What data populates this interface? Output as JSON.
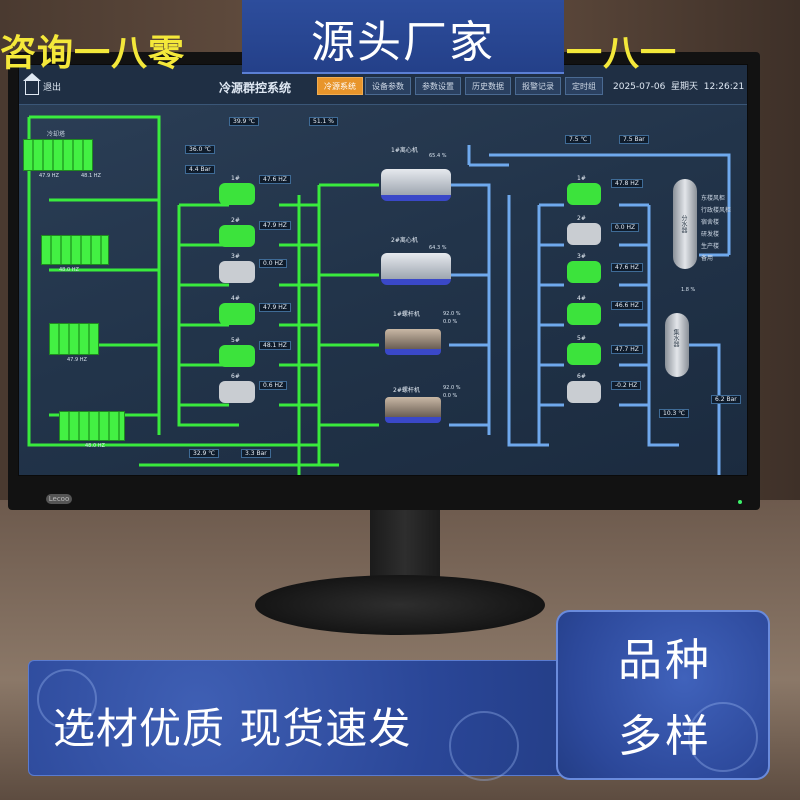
{
  "overlay": {
    "banner_top": "源头厂家",
    "hotline_left": "咨询一八零",
    "hotline_right": "一八一",
    "banner_bottom": "选材优质  现货速发",
    "badge_line1": "品种",
    "badge_line2": "多样"
  },
  "monitor": {
    "brand": "Lecoo"
  },
  "screen": {
    "title": "冷源群控系统",
    "exit_label": "退出",
    "tabs": [
      {
        "label": "冷源系统",
        "active": true
      },
      {
        "label": "设备参数",
        "active": false
      },
      {
        "label": "参数设置",
        "active": false
      },
      {
        "label": "历史数据",
        "active": false
      },
      {
        "label": "报警记录",
        "active": false
      },
      {
        "label": "定时组",
        "active": false
      }
    ],
    "date": "2025-07-06",
    "weekday": "星期天",
    "time": "12:26:21",
    "cooling_tower_label": "冷却塔",
    "top_readouts": {
      "v1": "39.9 ℃",
      "v2": "51.1 %",
      "v3": "36.0 ℃",
      "v4": "4.4 Bar",
      "v5": "7.5 ℃",
      "v6": "7.5 Bar"
    },
    "tower_freqs": [
      "47.9 HZ",
      "48.1 HZ",
      "48.0 HZ",
      "47.9 HZ",
      "48.0 HZ"
    ],
    "cooling_pumps": [
      {
        "id": "1#",
        "freq": "47.6 HZ"
      },
      {
        "id": "2#",
        "freq": "47.9 HZ"
      },
      {
        "id": "3#",
        "freq": "0.0 HZ"
      },
      {
        "id": "4#",
        "freq": "47.9 HZ"
      },
      {
        "id": "5#",
        "freq": "48.1 HZ"
      },
      {
        "id": "6#",
        "freq": "0.6 HZ"
      }
    ],
    "chillers": [
      {
        "name": "1#离心机",
        "load": "65.4 %"
      },
      {
        "name": "2#离心机",
        "load": "64.3 %"
      },
      {
        "name": "1#螺杆机",
        "load": "92.0 %",
        "load2": "0.0 %"
      },
      {
        "name": "2#螺杆机",
        "load": "92.0 %",
        "load2": "0.0 %"
      }
    ],
    "chilled_pumps": [
      {
        "id": "1#",
        "freq": "47.8 HZ"
      },
      {
        "id": "2#",
        "freq": "0.0 HZ"
      },
      {
        "id": "3#",
        "freq": "47.6 HZ"
      },
      {
        "id": "4#",
        "freq": "46.6 HZ"
      },
      {
        "id": "5#",
        "freq": "47.7 HZ"
      },
      {
        "id": "6#",
        "freq": "-0.2 HZ"
      }
    ],
    "bottom_readouts": {
      "return_temp": "32.9 ℃",
      "return_pressure": "3.3 Bar",
      "right_temp": "10.3 ℃",
      "right_pressure": "6.2 Bar",
      "valve": "1.8 %"
    },
    "supply_tank_label": "分水器",
    "return_tank_label": "集水器",
    "branch_labels": [
      "东楼风柜",
      "行政楼风柜",
      "宿舍楼",
      "研发楼",
      "生产楼",
      "备用"
    ]
  },
  "colors": {
    "pipe_green": "#3cff3c",
    "pipe_blue": "#78b6ff",
    "banner_blue": "#2a4697",
    "hotline_yellow": "#f4e83a",
    "active_tab": "#e8952b"
  }
}
